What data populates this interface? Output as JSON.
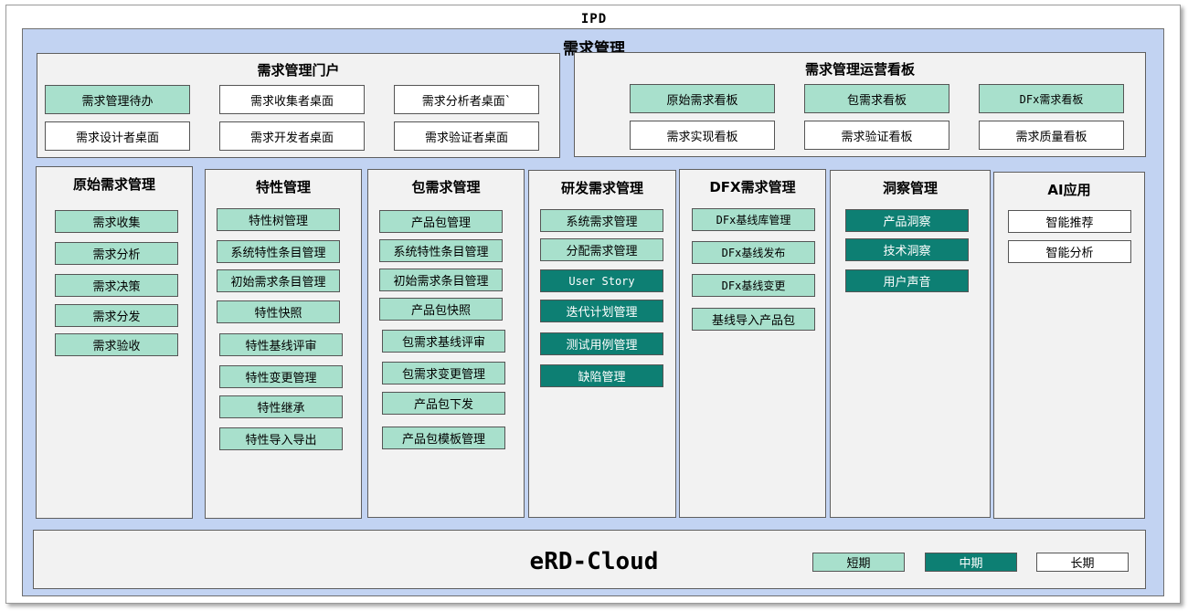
{
  "outer_title": "IPD",
  "main_title": "需求管理",
  "portal": {
    "title": "需求管理门户",
    "items": [
      {
        "label": "需求管理待办",
        "kind": "short"
      },
      {
        "label": "需求收集者桌面",
        "kind": "long"
      },
      {
        "label": "需求分析者桌面`",
        "kind": "long"
      },
      {
        "label": "需求设计者桌面",
        "kind": "long"
      },
      {
        "label": "需求开发者桌面",
        "kind": "long"
      },
      {
        "label": "需求验证者桌面",
        "kind": "long"
      }
    ]
  },
  "dashboard": {
    "title": "需求管理运营看板",
    "items": [
      {
        "label": "原始需求看板",
        "kind": "short"
      },
      {
        "label": "包需求看板",
        "kind": "short"
      },
      {
        "label": "DFx需求看板",
        "kind": "short"
      },
      {
        "label": "需求实现看板",
        "kind": "long"
      },
      {
        "label": "需求验证看板",
        "kind": "long"
      },
      {
        "label": "需求质量看板",
        "kind": "long"
      }
    ]
  },
  "columns": [
    {
      "title": "原始需求管理",
      "items": [
        {
          "label": "需求收集",
          "kind": "short"
        },
        {
          "label": "需求分析",
          "kind": "short"
        },
        {
          "label": "需求决策",
          "kind": "short"
        },
        {
          "label": "需求分发",
          "kind": "short"
        },
        {
          "label": "需求验收",
          "kind": "short"
        }
      ]
    },
    {
      "title": "特性管理",
      "items": [
        {
          "label": "特性树管理",
          "kind": "short"
        },
        {
          "label": "系统特性条目管理",
          "kind": "short"
        },
        {
          "label": "初始需求条目管理",
          "kind": "short"
        },
        {
          "label": "特性快照",
          "kind": "short"
        },
        {
          "label": "特性基线评审",
          "kind": "short"
        },
        {
          "label": "特性变更管理",
          "kind": "short"
        },
        {
          "label": "特性继承",
          "kind": "short"
        },
        {
          "label": "特性导入导出",
          "kind": "short"
        }
      ]
    },
    {
      "title": "包需求管理",
      "items": [
        {
          "label": "产品包管理",
          "kind": "short"
        },
        {
          "label": "系统特性条目管理",
          "kind": "short"
        },
        {
          "label": "初始需求条目管理",
          "kind": "short"
        },
        {
          "label": "产品包快照",
          "kind": "short"
        },
        {
          "label": "包需求基线评审",
          "kind": "short"
        },
        {
          "label": "包需求变更管理",
          "kind": "short"
        },
        {
          "label": "产品包下发",
          "kind": "short"
        },
        {
          "label": "产品包模板管理",
          "kind": "short"
        }
      ]
    },
    {
      "title": "研发需求管理",
      "items": [
        {
          "label": "系统需求管理",
          "kind": "short"
        },
        {
          "label": "分配需求管理",
          "kind": "short"
        },
        {
          "label": "User Story",
          "kind": "mid"
        },
        {
          "label": "迭代计划管理",
          "kind": "mid"
        },
        {
          "label": "测试用例管理",
          "kind": "mid"
        },
        {
          "label": "缺陷管理",
          "kind": "mid"
        }
      ]
    },
    {
      "title": "DFX需求管理",
      "items": [
        {
          "label": "DFx基线库管理",
          "kind": "short"
        },
        {
          "label": "DFx基线发布",
          "kind": "short"
        },
        {
          "label": "DFx基线变更",
          "kind": "short"
        },
        {
          "label": "基线导入产品包",
          "kind": "short"
        }
      ]
    },
    {
      "title": "洞察管理",
      "items": [
        {
          "label": "产品洞察",
          "kind": "mid"
        },
        {
          "label": "技术洞察",
          "kind": "mid"
        },
        {
          "label": "用户声音",
          "kind": "mid"
        }
      ]
    },
    {
      "title": "AI应用",
      "items": [
        {
          "label": "智能推荐",
          "kind": "long"
        },
        {
          "label": "智能分析",
          "kind": "long"
        }
      ]
    }
  ],
  "platform": {
    "title": "eRD-Cloud",
    "legend": [
      {
        "label": "短期",
        "kind": "short"
      },
      {
        "label": "中期",
        "kind": "mid"
      },
      {
        "label": "长期",
        "kind": "long"
      }
    ]
  }
}
